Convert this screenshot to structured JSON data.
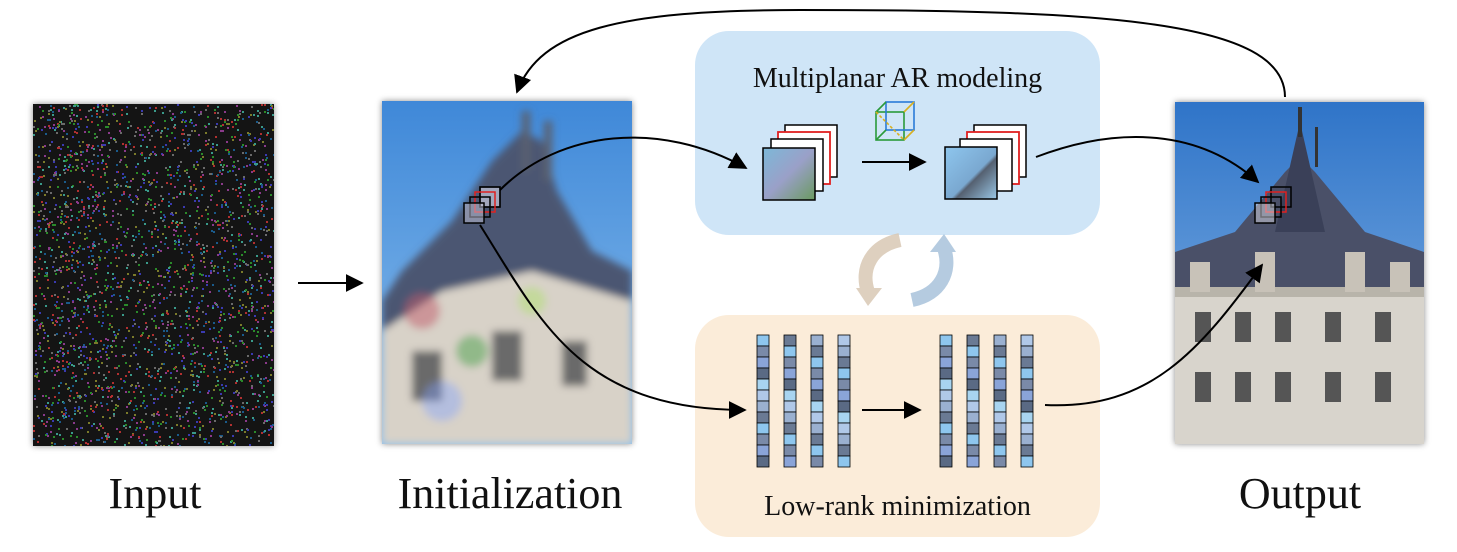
{
  "labels": {
    "input": "Input",
    "initialization": "Initialization",
    "output": "Output"
  },
  "boxes": {
    "ar_title": "Multiplanar AR modeling",
    "lowrank_title": "Low-rank minimization"
  },
  "colors": {
    "ar_box_bg": "#cfe5f7",
    "lowrank_box_bg": "#fbecd9",
    "cycle_left": "#d9c8b4",
    "cycle_right": "#a9c3db",
    "patch_highlight": "#e02020"
  },
  "icons": {
    "cycle": "refresh-cycle-icon",
    "cube": "3d-cube-icon"
  }
}
